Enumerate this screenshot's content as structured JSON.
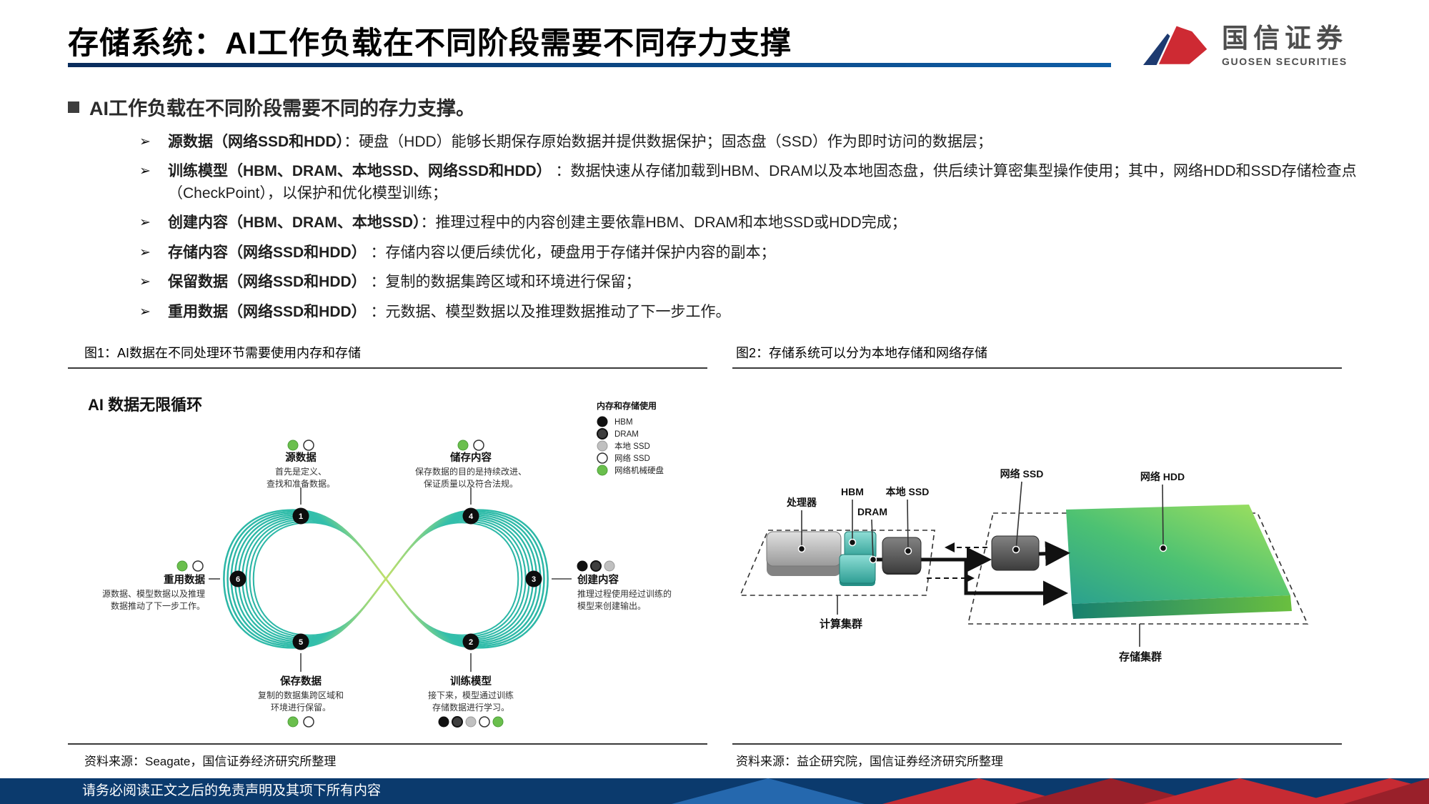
{
  "page": {
    "title": "存储系统：AI工作负载在不同阶段需要不同存力支撑"
  },
  "logo": {
    "cn": "国信证券",
    "en": "GUOSEN SECURITIES"
  },
  "summary": {
    "text": "AI工作负载在不同阶段需要不同的存力支撑。"
  },
  "bullets": [
    {
      "marker": "➢",
      "head": "源数据（网络SSD和HDD）",
      "tail": "：硬盘（HDD）能够长期保存原始数据并提供数据保护；固态盘（SSD）作为即时访问的数据层；"
    },
    {
      "marker": "➢",
      "head": "训练模型（HBM、DRAM、本地SSD、网络SSD和HDD）",
      "tail": " ：数据快速从存储加载到HBM、DRAM以及本地固态盘，供后续计算密集型操作使用；其中，网络HDD和SSD存储检查点（CheckPoint），以保护和优化模型训练；"
    },
    {
      "marker": "➢",
      "head": "创建内容（HBM、DRAM、本地SSD）",
      "tail": "：推理过程中的内容创建主要依靠HBM、DRAM和本地SSD或HDD完成；"
    },
    {
      "marker": "➢",
      "head": "存储内容（网络SSD和HDD）",
      "tail": " ：存储内容以便后续优化，硬盘用于存储并保护内容的副本；"
    },
    {
      "marker": "➢",
      "head": "保留数据（网络SSD和HDD）",
      "tail": " ：复制的数据集跨区域和环境进行保留；"
    },
    {
      "marker": "➢",
      "head": "重用数据（网络SSD和HDD）",
      "tail": " ：元数据、模型数据以及推理数据推动了下一步工作。"
    }
  ],
  "colors": {
    "accent_navy": "#0b3a6d",
    "brand_red": "#c62b33",
    "ribbon_teal": "#2ab4a5",
    "ribbon_lime": "#c0e06c",
    "dot_black": "#111111",
    "dot_dark": "#3f3f3f",
    "dot_light": "#c0c0c0",
    "dot_white": "#ffffff",
    "dot_green": "#6abf4d"
  },
  "fig1": {
    "caption": "图1：AI数据在不同处理环节需要使用内存和存储",
    "source": "资料来源：Seagate，国信证券经济研究所整理",
    "title": "AI 数据无限循环",
    "legend": {
      "title": "内存和存储使用",
      "items": [
        {
          "label": "HBM"
        },
        {
          "label": "DRAM"
        },
        {
          "label": "本地 SSD"
        },
        {
          "label": "网络 SSD"
        },
        {
          "label": "网络机械硬盘"
        }
      ]
    },
    "nodes": [
      {
        "num": "1",
        "name": "源数据",
        "line1": "首先是定义、",
        "line2": "查找和准备数据。"
      },
      {
        "num": "4",
        "name": "储存内容",
        "line1": "保存数据的目的是持续改进、",
        "line2": "保证质量以及符合法规。"
      },
      {
        "num": "6",
        "name": "重用数据",
        "line1": "源数据、模型数据以及推理",
        "line2": "数据推动了下一步工作。"
      },
      {
        "num": "3",
        "name": "创建内容",
        "line1": "推理过程使用经过训练的",
        "line2": "模型来创建输出。"
      },
      {
        "num": "5",
        "name": "保存数据",
        "line1": "复制的数据集跨区域和",
        "line2": "环境进行保留。"
      },
      {
        "num": "2",
        "name": "训练模型",
        "line1": "接下来，模型通过训练",
        "line2": "存储数据进行学习。"
      }
    ]
  },
  "fig2": {
    "caption": "图2：存储系统可以分为本地存储和网络存储",
    "source": "资料来源：益企研究院，国信证券经济研究所整理",
    "labels": {
      "processor": "处理器",
      "hbm": "HBM",
      "dram": "DRAM",
      "local_ssd": "本地 SSD",
      "net_ssd": "网络 SSD",
      "net_hdd": "网络 HDD",
      "compute_cluster": "计算集群",
      "storage_cluster": "存储集群"
    }
  },
  "footer": {
    "disclaimer": "请务必阅读正文之后的免责声明及其项下所有内容"
  }
}
